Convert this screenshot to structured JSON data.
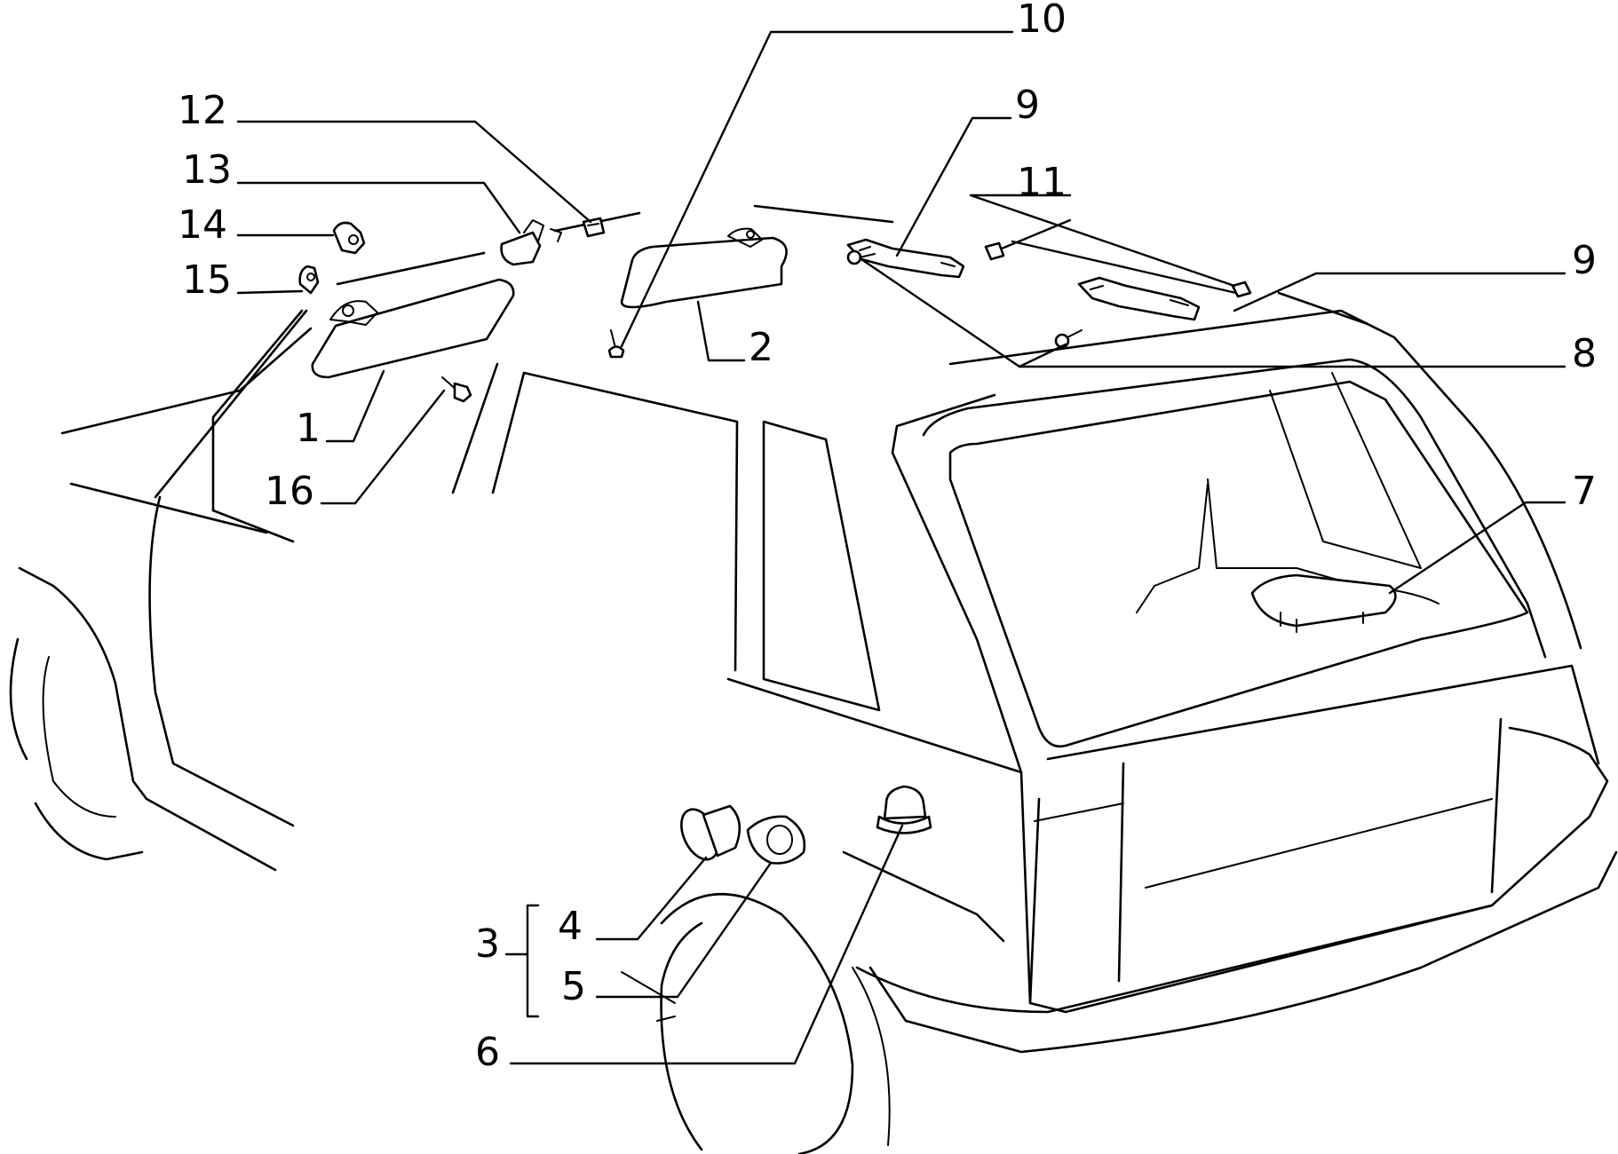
{
  "callouts": {
    "c1": "1",
    "c2": "2",
    "c3": "3",
    "c4": "4",
    "c5": "5",
    "c6": "6",
    "c7": "7",
    "c8": "8",
    "c9a": "9",
    "c9b": "9",
    "c10": "10",
    "c11": "11",
    "c12": "12",
    "c13": "13",
    "c14": "14",
    "c15": "15",
    "c16": "16"
  }
}
